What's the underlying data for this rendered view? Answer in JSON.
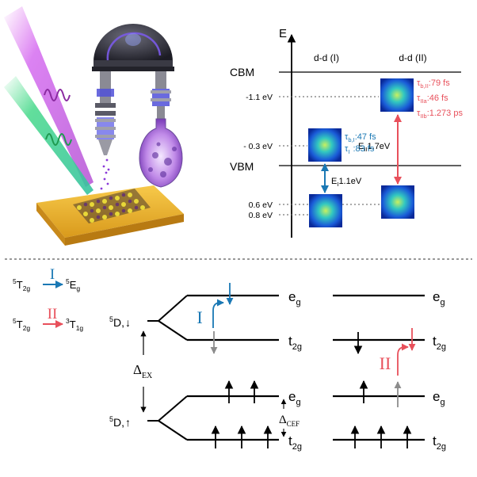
{
  "top": {
    "axis_label": "E",
    "columns": [
      "d-d (I)",
      "d-d (II)"
    ],
    "band_labels": {
      "cbm": "CBM",
      "vbm": "VBM"
    },
    "energy_ticks": [
      "-1.1 eV",
      "- 0.3 eV",
      "0.6 eV",
      "0.8 eV"
    ],
    "transition_I": {
      "energy": "1.1eV",
      "tau_b": ":47 fs",
      "tau": ":83 fs",
      "color": "#1a78b4"
    },
    "transition_II": {
      "energy": "1.7eV",
      "tau_b": ":79 fs",
      "tau_a": ":46 fs",
      "tau_b2": ":1.273 ps",
      "color": "#e8505b"
    }
  },
  "bottom": {
    "legend": {
      "I": {
        "numeral": "I",
        "from_sup": "5",
        "from_base": "T",
        "from_sub": "2g",
        "to_sup": "5",
        "to_base": "E",
        "to_sub": "g"
      },
      "II": {
        "numeral": "II",
        "from_sup": "5",
        "from_base": "T",
        "from_sub": "2g",
        "to_sup": "3",
        "to_base": "T",
        "to_sub": "1g"
      }
    },
    "states": {
      "upper": {
        "sup": "5",
        "base": "D,",
        "spin": "↓"
      },
      "lower": {
        "sup": "5",
        "base": "D,",
        "spin": "↑"
      }
    },
    "levels": {
      "eg": {
        "base": "e",
        "sub": "g"
      },
      "t2g": {
        "base": "t",
        "sub": "2g"
      }
    },
    "delta_ex": {
      "symbol": "Δ",
      "sub": "EX"
    },
    "delta_cef": {
      "symbol": "Δ",
      "sub": "CEF"
    },
    "numeral_I": "I",
    "numeral_II": "II",
    "colors": {
      "blue": "#1a78b4",
      "red": "#e8505b",
      "gray": "#8c8c8c"
    }
  }
}
